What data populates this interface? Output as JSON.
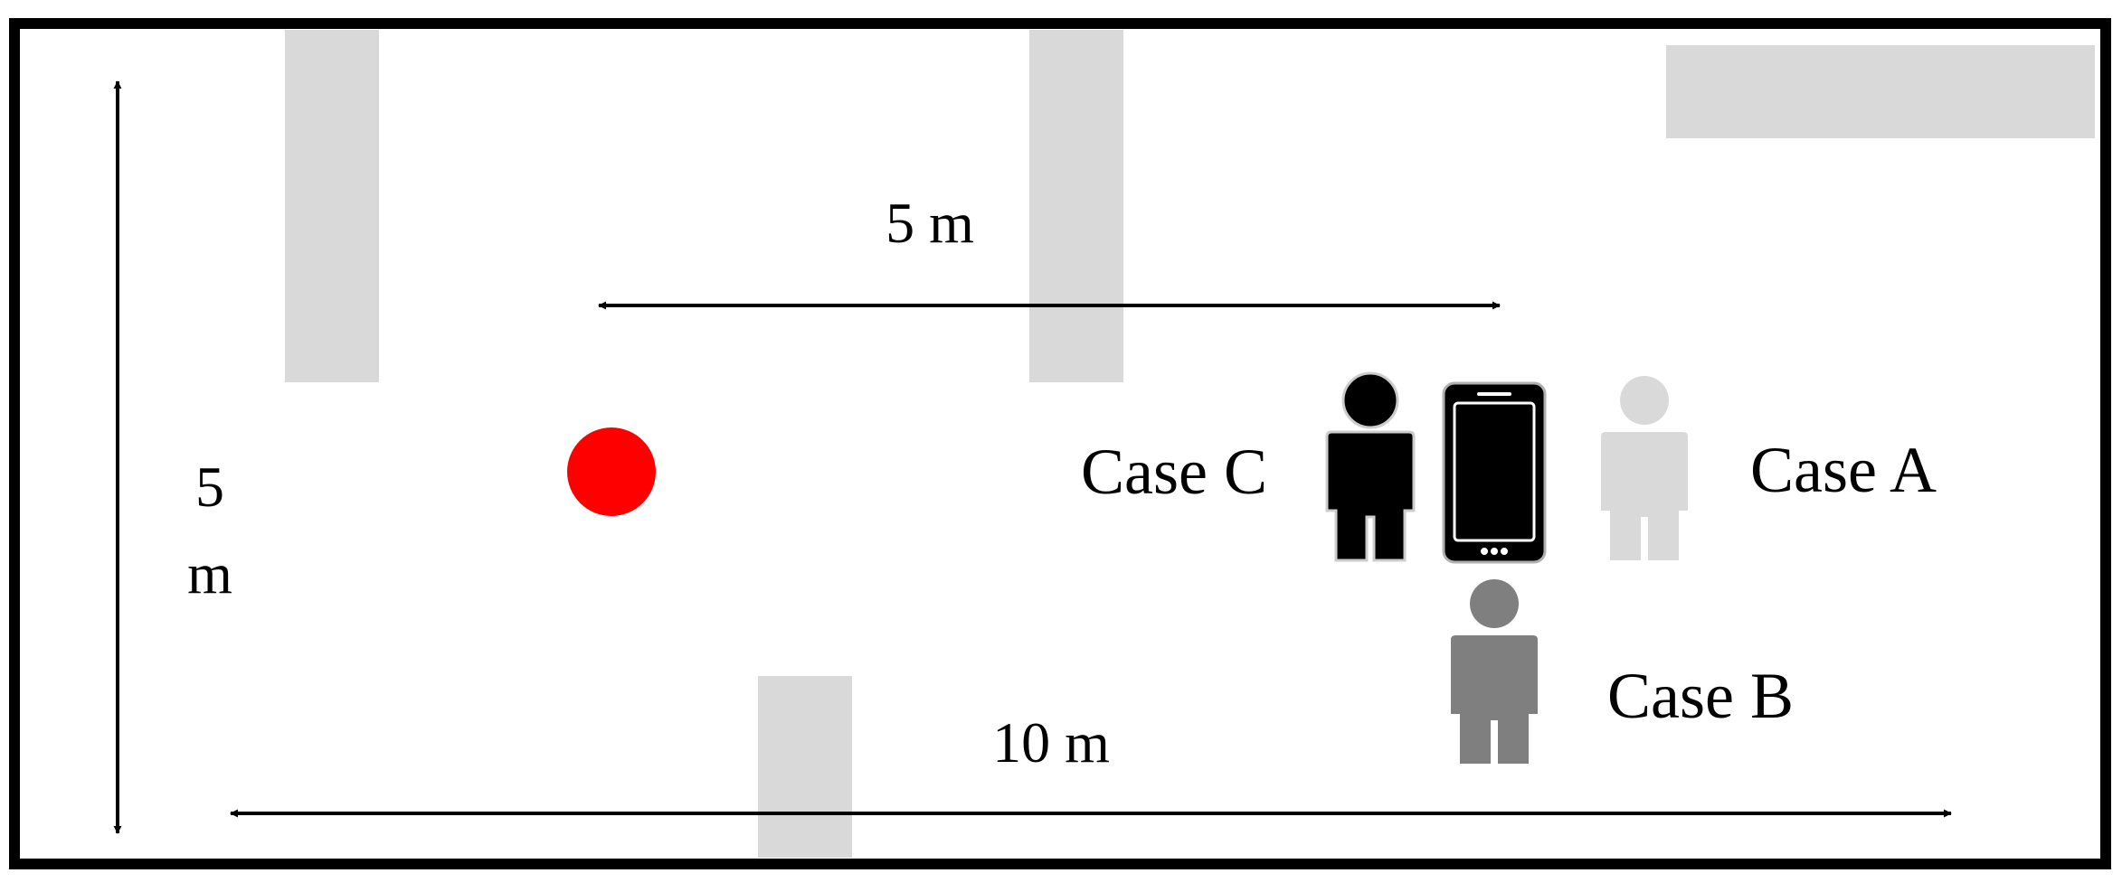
{
  "labels": {
    "width_dimension": "10 m",
    "height_dimension_number": "5",
    "height_dimension_unit": "m",
    "distance_dimension": "5 m",
    "case_a": "Case A",
    "case_b": "Case B",
    "case_c": "Case C"
  },
  "colors": {
    "wall": "#000000",
    "obstacle": "#d9d9d9",
    "source_marker": "#ff0000",
    "person_case_a": "#d9d9d9",
    "person_case_b": "#7f7f7f",
    "person_case_c": "#000000",
    "phone": "#000000"
  }
}
